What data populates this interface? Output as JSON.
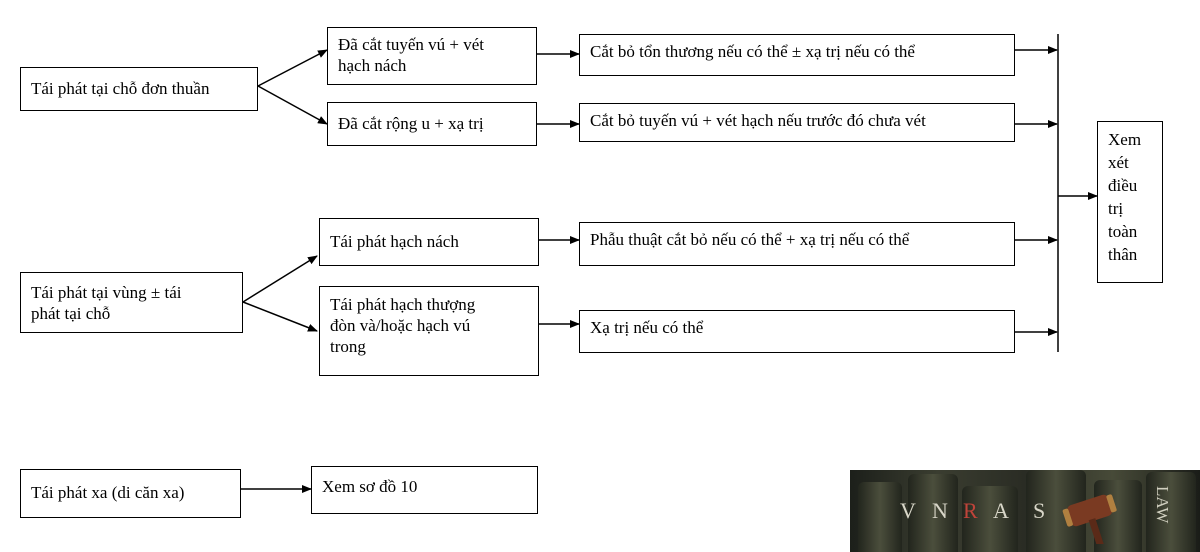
{
  "nodes": {
    "local_only": "Tái phát tại chỗ đơn thuần",
    "mastectomy": "Đã cắt tuyến vú + vét\nhạch nách",
    "lumpectomy": "Đã cắt rộng u + xạ trị",
    "excise_lesion": "Cắt bỏ tổn thương nếu có thể ± xạ trị nếu có thể",
    "excise_breast": "Cắt bỏ tuyến vú + vét hạch nếu trước đó chưa vét",
    "regional": "Tái phát tại vùng ± tái\nphát tại chỗ",
    "axillary": "Tái phát hạch nách",
    "supraclavicular": "Tái phát hạch thượng\nđòn và/hoặc hạch vú\ntrong",
    "surgery_axillary": "Phẫu thuật cắt bỏ nếu có thể + xạ trị nếu có thể",
    "radiotherapy": "Xạ trị nếu có thể",
    "systemic": "Xem\nxét\nđiều\ntrị\ntoàn\nthân",
    "distant": "Tái phát xa (di căn xa)",
    "see_diagram": "Xem sơ đồ 10"
  },
  "logo": {
    "letters": [
      "V",
      "N",
      "R",
      "A",
      "S"
    ],
    "side_text": "LAW"
  },
  "colors": {
    "line": "#000000",
    "logo_red": "#c0443a"
  }
}
